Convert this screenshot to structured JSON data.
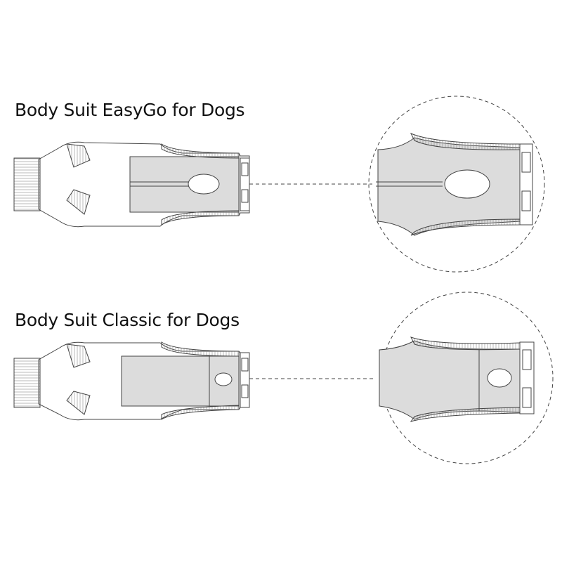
{
  "products": [
    {
      "title": "Body Suit EasyGo for Dogs",
      "variant": "easygo",
      "closure": "drawstring-opening"
    },
    {
      "title": "Body Suit Classic for Dogs",
      "variant": "classic",
      "closure": "oval-opening"
    }
  ],
  "colors": {
    "panel_fill": "#dcdcdc",
    "line": "#444444",
    "background": "#ffffff"
  }
}
